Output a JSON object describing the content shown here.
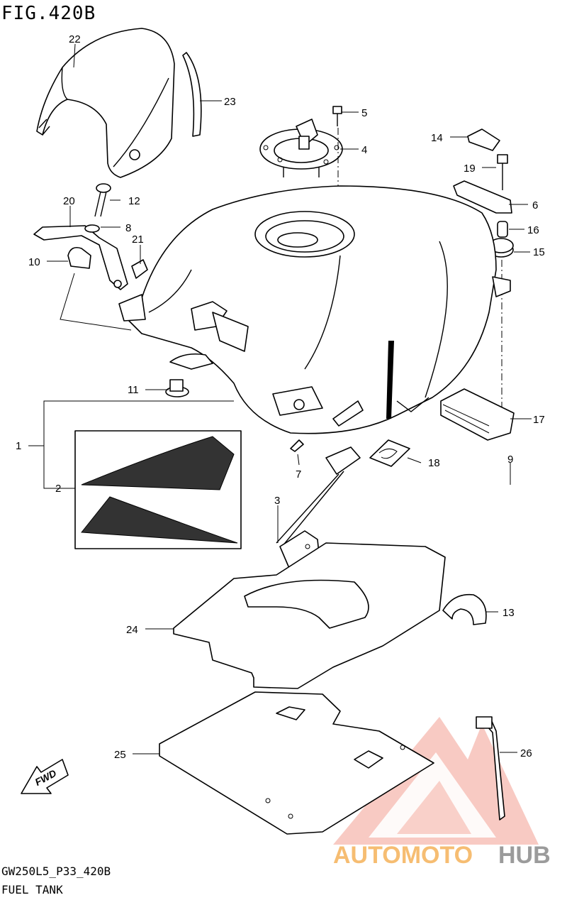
{
  "figure": {
    "title": "FIG.420B",
    "code": "GW250L5_P33_420B",
    "name": "FUEL TANK"
  },
  "fwd_label": "FWD",
  "watermark": {
    "brand_part1": "AUTOMOTO",
    "brand_part2": "HUB",
    "color_primary": "#f08a7a",
    "color_accent": "#f5b25a",
    "color_dark": "#8a8a8a"
  },
  "callouts": [
    "1",
    "2",
    "3",
    "4",
    "5",
    "6",
    "7",
    "8",
    "9",
    "10",
    "11",
    "12",
    "13",
    "14",
    "15",
    "16",
    "17",
    "18",
    "19",
    "20",
    "21",
    "22",
    "23",
    "24",
    "25",
    "26"
  ]
}
